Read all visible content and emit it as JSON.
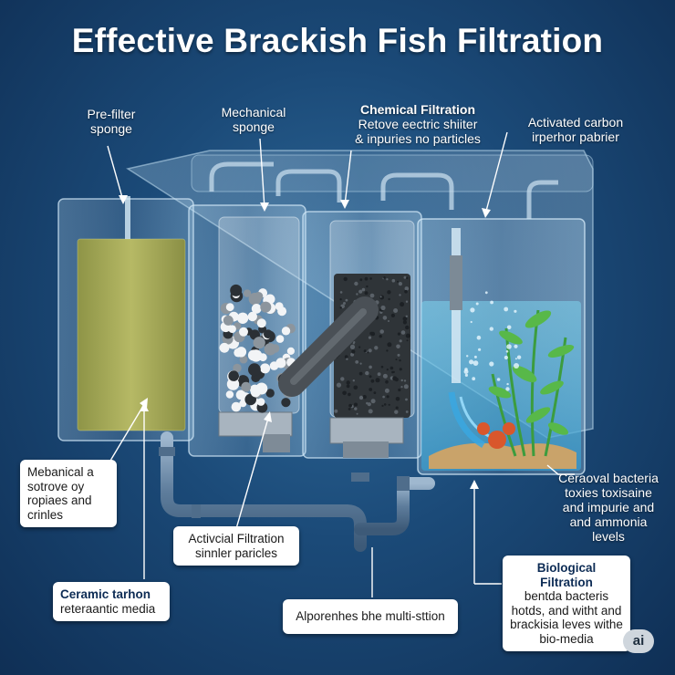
{
  "title": "Effective Brackish Fish Filtration",
  "labels": {
    "prefilter": {
      "line1": "Pre-filter",
      "line2": "sponge"
    },
    "mechanical": {
      "line1": "Mechanical",
      "line2": "sponge"
    },
    "chemical": {
      "heading": "Chemical Filtration",
      "line1": "Retove eectric shiiter",
      "line2": "& inpuries no particles"
    },
    "carbon": {
      "line1": "Activated carbon",
      "line2": "irperhor pabrier"
    },
    "bacteria_right": {
      "line1": "Ceraoval bacteria",
      "line2": "toxies toxisaine",
      "line3": "and impurie and",
      "line4": "and ammonia",
      "line5": "levels"
    }
  },
  "callouts": {
    "mechanical_box": {
      "line1": "Mebanical  a",
      "line2": "sotrove oy",
      "line3": "ropiaes and",
      "line4": "crinles"
    },
    "ceramic_box": {
      "heading": "Ceramic tarhon",
      "line1": "reteraantic media"
    },
    "activated_box": {
      "line1": "Activcial Filtration",
      "line2": "sinnler paricles"
    },
    "multistation_box": {
      "line1": "Alporenhes bhe multi-sttion"
    },
    "biological_box": {
      "heading": "Biological Filtration",
      "line1": "bentda bacteris",
      "line2": "hotds, and witht and",
      "line3": "brackisia leves withe",
      "line4": "bio-media"
    }
  },
  "badge": "ai",
  "colors": {
    "background": "#1b4a78",
    "water": "#5fc0e0",
    "sponge": "#a9ad5c",
    "pipe": "#6d8aa8",
    "plant": "#4caf50"
  }
}
